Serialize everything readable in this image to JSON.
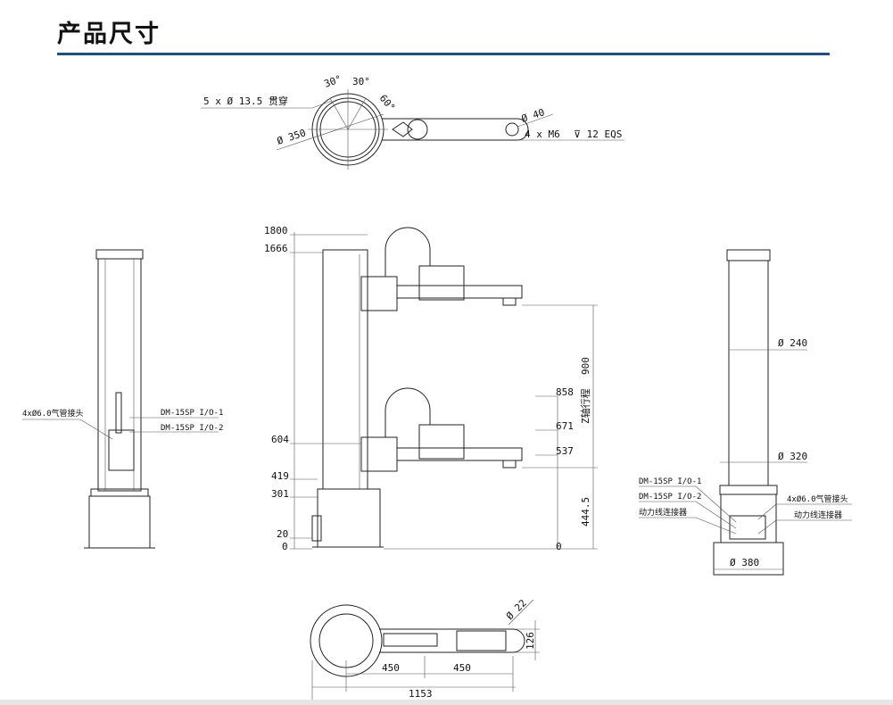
{
  "title": "产品尺寸",
  "top_view": {
    "holes": "5 x  Ø 13.5 贯穿",
    "angle1": "30°",
    "angle2": "30°",
    "angle3": "60°",
    "dia_base": "Ø 350",
    "dia_end": "Ø 40",
    "thread": "4 x  M6",
    "depth": "⊽ 12 EQS"
  },
  "left_view": {
    "air": "4xØ6.0气管接头",
    "io1": "DM-15SP I/O-1",
    "io2": "DM-15SP I/O-2"
  },
  "front_view": {
    "h1800": "1800",
    "h1666": "1666",
    "h604": "604",
    "h419": "419",
    "h301": "301",
    "h20": "20",
    "h0": "0",
    "r858": "858",
    "r671": "671",
    "r537": "537",
    "r0": "0",
    "stroke": "900",
    "stroke_label": "Z轴行程",
    "low": "444.5"
  },
  "right_view": {
    "d240": "Ø 240",
    "d320": "Ø 320",
    "d380": "Ø 380",
    "io1": "DM-15SP I/O-1",
    "io2": "DM-15SP I/O-2",
    "power1": "动力线连接器",
    "air": "4xØ6.0气管接头",
    "power2": "动力线连接器"
  },
  "bottom_view": {
    "d22": "Ø 22",
    "w126": "126",
    "l1": "450",
    "l2": "450",
    "total": "1153"
  }
}
